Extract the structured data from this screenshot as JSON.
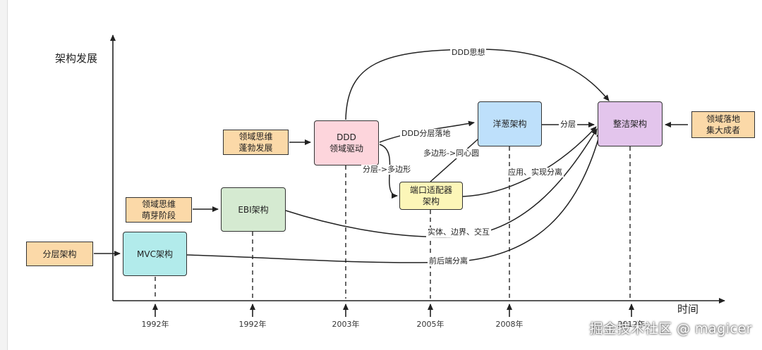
{
  "axes": {
    "y_title": "架构发展",
    "x_title": "时间"
  },
  "years": [
    "1992年",
    "1992年",
    "2003年",
    "2005年",
    "2008年",
    "2012年"
  ],
  "nodes": {
    "layered_src": "分层架构",
    "mvc": "MVC架构",
    "domain_sprout": "领域思维\n萌芽阶段",
    "ebi": "EBI架构",
    "domain_boom": "领域思维\n蓬勃发展",
    "ddd": "DDD\n领域驱动",
    "port_adapter": "端口适配器\n架构",
    "onion": "洋葱架构",
    "clean": "整洁架构",
    "domain_landing": "领域落地\n集大成者"
  },
  "edge_labels": {
    "ddd_idea": "DDD思想",
    "ddd_layer_landing": "DDD分层落地",
    "polygon_to_circle": "多边形->同心圆",
    "layer_to_polygon": "分层->多边形",
    "layering": "分层",
    "app_impl_separation": "应用、实现分离",
    "entity_boundary_interaction": "实体、边界、交互",
    "front_back_separation": "前后端分离"
  },
  "colors": {
    "source_box": "#fbd9a8",
    "mvc": "#b2ebeb",
    "ebi": "#d5ead1",
    "ddd": "#fdd5dc",
    "port_adapter": "#fcf6b8",
    "onion": "#bee0fb",
    "clean": "#e3c5ec"
  },
  "watermark": "掘金技术社区 @ magicer"
}
